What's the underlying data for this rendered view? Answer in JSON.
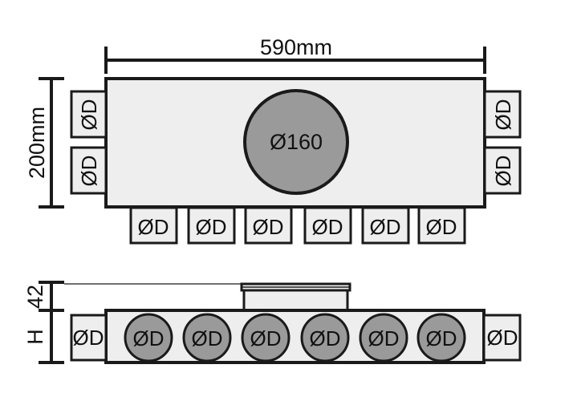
{
  "colors": {
    "box_fill": "#eeeeee",
    "port_fill": "#eeeeee",
    "round_port_fill": "#9a9a9a",
    "stroke": "#1a1a1a"
  },
  "top_view": {
    "width_label": "590mm",
    "height_label": "200mm",
    "main_outlet_label": "Ø160",
    "port_label": "ØD",
    "left_ports": 2,
    "right_ports": 2,
    "bottom_ports": 6
  },
  "side_view": {
    "collar_label": "42",
    "height_label": "H",
    "port_label": "ØD",
    "round_ports": 6
  }
}
